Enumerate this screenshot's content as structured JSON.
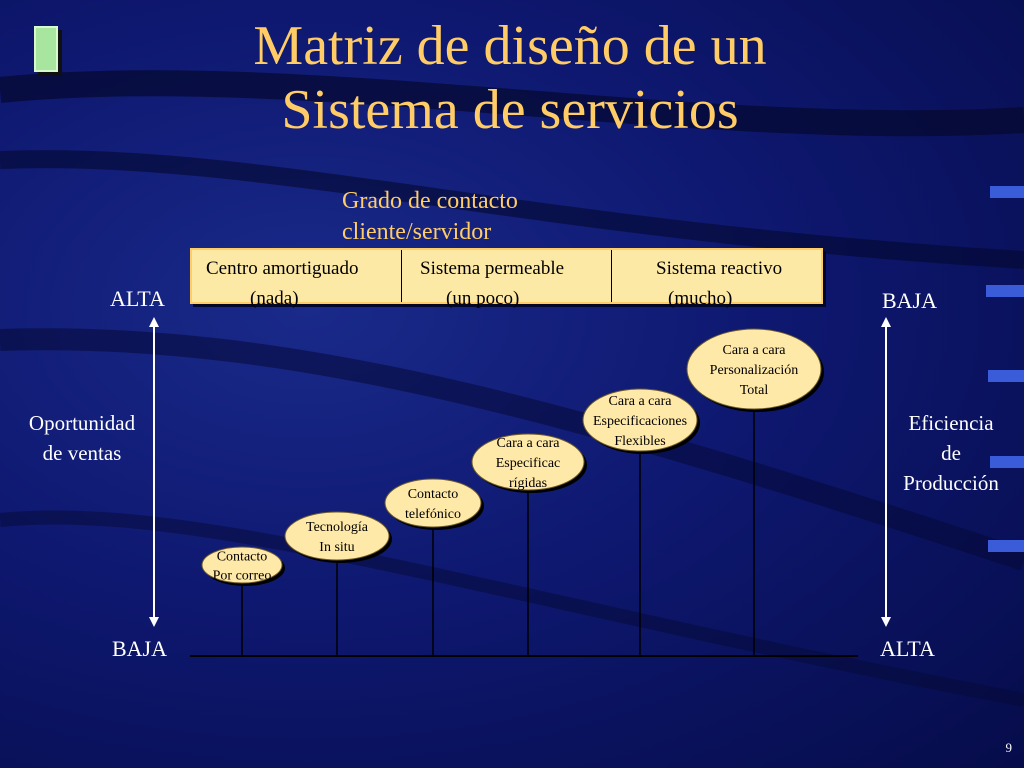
{
  "slide": {
    "title_lines": [
      "Matriz de diseño de un",
      "Sistema de servicios"
    ],
    "axis_title_lines": [
      "Grado de contacto",
      "cliente/servidor"
    ],
    "page_number": "9",
    "colors": {
      "background": "#0e1870",
      "title": "#ffcc66",
      "box_fill": "#fde9a6",
      "text_light": "#ffffff",
      "ellipse_fill": "#ffe9a8"
    }
  },
  "contact_levels": [
    {
      "name": "Centro amortiguado",
      "degree": "(nada)"
    },
    {
      "name": "Sistema permeable",
      "degree": "(un poco)"
    },
    {
      "name": "Sistema reactivo",
      "degree": "(mucho)"
    }
  ],
  "left_axis": {
    "top": "ALTA",
    "bottom": "BAJA",
    "label_lines": [
      "Oportunidad",
      "de ventas"
    ]
  },
  "right_axis": {
    "top": "BAJA",
    "bottom": "ALTA",
    "label_lines": [
      "Eficiencia",
      "de",
      "Producción"
    ]
  },
  "options": [
    {
      "lines": [
        "Contacto",
        "Por correo"
      ]
    },
    {
      "lines": [
        "Tecnología",
        "In situ"
      ]
    },
    {
      "lines": [
        "Contacto",
        "telefónico"
      ]
    },
    {
      "lines": [
        "Cara a cara",
        "Especificac",
        "rígidas"
      ]
    },
    {
      "lines": [
        "Cara a cara",
        "Especificaciones",
        "Flexibles"
      ]
    },
    {
      "lines": [
        "Cara a cara",
        "Personalización",
        "Total"
      ]
    }
  ]
}
